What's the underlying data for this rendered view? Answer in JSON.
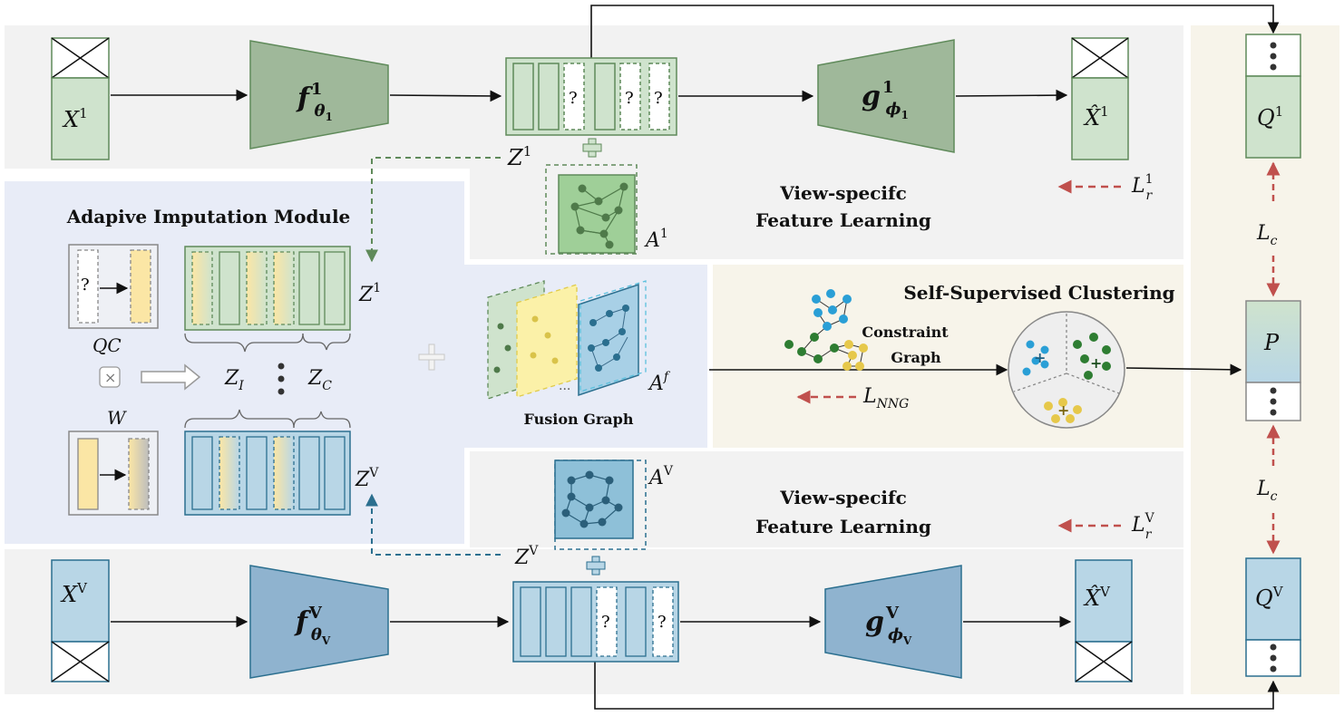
{
  "titles": {
    "imputation_module": "Adapive Imputation Module",
    "view_specific_top_line1": "View-specifc",
    "view_specific_top_line2": "Feature Learning",
    "view_specific_bottom_line1": "View-specifc",
    "view_specific_bottom_line2": "Feature Learning",
    "self_supervised": "Self-Supervised Clustering",
    "fusion_graph": "Fusion Graph",
    "constraint_graph_line1": "Constraint",
    "constraint_graph_line2": "Graph"
  },
  "symbols": {
    "x1": "X",
    "x1_sup": "1",
    "xv": "X",
    "xv_sup": "V",
    "f1": "f",
    "f1_sup": "1",
    "f1_sub": "θ",
    "f1_subsub": "1",
    "fv": "f",
    "fv_sup": "V",
    "fv_sub": "θ",
    "fv_subsub": "V",
    "g1": "g",
    "g1_sup": "1",
    "g1_sub": "ϕ",
    "g1_subsub": "1",
    "gv": "g",
    "gv_sup": "V",
    "gv_sub": "ϕ",
    "gv_subsub": "V",
    "xhat1": "X̂",
    "xhat1_sup": "1",
    "xhatv": "X̂",
    "xhatv_sup": "V",
    "z1": "Z",
    "z1_sup": "1",
    "zv": "Z",
    "zv_sup": "V",
    "a1": "A",
    "a1_sup": "1",
    "av": "A",
    "av_sup": "V",
    "af": "A",
    "af_sup": "f",
    "q1": "Q",
    "q1_sup": "1",
    "qv": "Q",
    "qv_sup": "V",
    "p": "P",
    "lr1": "L",
    "lr1_sub": "r",
    "lr1_sup": "1",
    "lrv": "L",
    "lrv_sub": "r",
    "lrv_sup": "V",
    "lc_top": "L",
    "lc_top_sub": "c",
    "lc_bottom": "L",
    "lc_bottom_sub": "c",
    "lnng": "L",
    "lnng_sub": "NNG",
    "qc": "QC",
    "w": "W",
    "zi": "Z",
    "zi_sub": "I",
    "zc": "Z",
    "zc_sub": "C",
    "question": "?",
    "times": "×",
    "dots": "..."
  },
  "colors": {
    "green_fill": "#cfe3cd",
    "green_dark": "#9fb89a",
    "green_stroke": "#5f8a5a",
    "blue_fill": "#b8d6e6",
    "blue_dark": "#8fb3cf",
    "blue_stroke": "#2b6f8f",
    "yellow": "#fbe6a5",
    "red_arrow": "#c0504d",
    "panel_gray": "#f2f2f2",
    "panel_blue": "#e8ecf7",
    "panel_cream": "#f7f4ea"
  }
}
